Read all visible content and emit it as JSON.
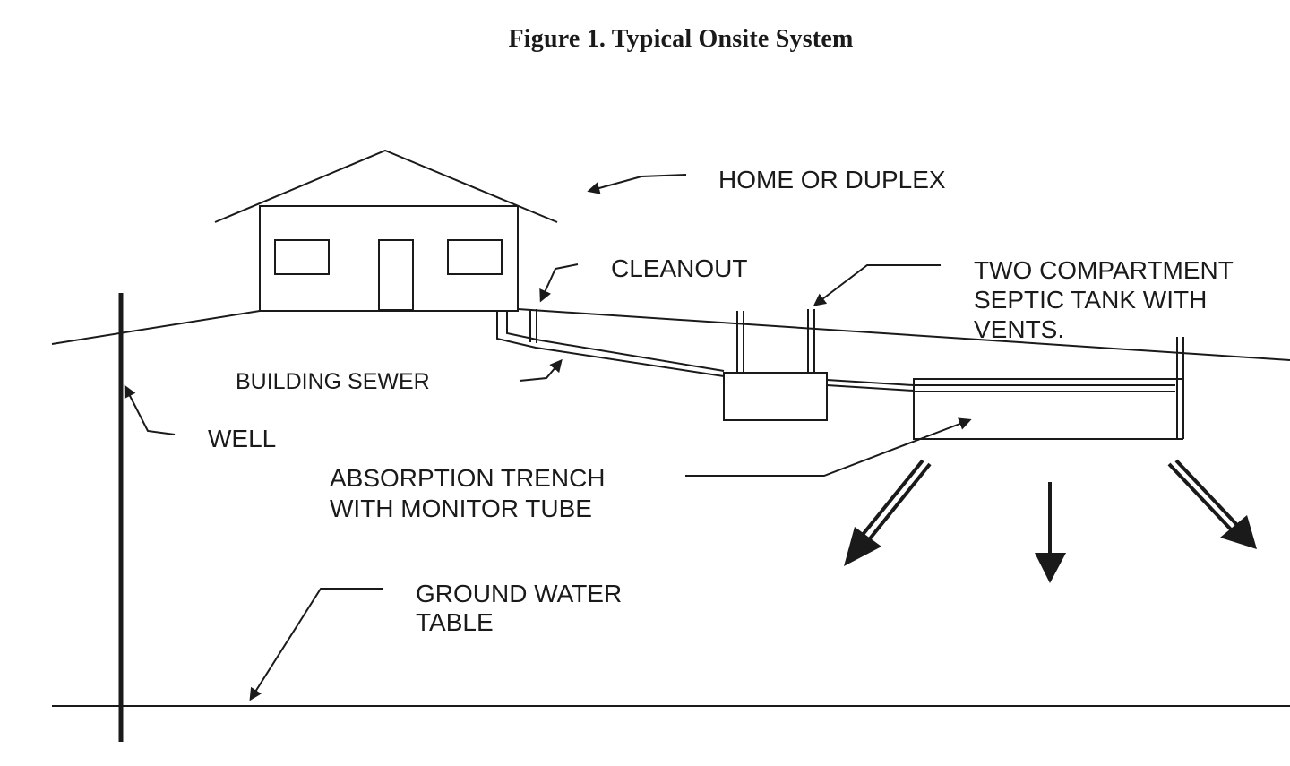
{
  "figure": {
    "title": "Figure 1.  Typical Onsite System"
  },
  "labels": {
    "home": "HOME OR DUPLEX",
    "cleanout": "CLEANOUT",
    "tank_line1": "TWO COMPARTMENT",
    "tank_line2": "SEPTIC TANK WITH",
    "tank_line3": "VENTS.",
    "sewer": "BUILDING SEWER",
    "well": "WELL",
    "trench_line1": "ABSORPTION TRENCH",
    "trench_line2": "WITH MONITOR TUBE",
    "groundwater_line1": "GROUND WATER",
    "groundwater_line2": "TABLE"
  },
  "colors": {
    "ink": "#1a1a1a",
    "background": "#ffffff"
  }
}
